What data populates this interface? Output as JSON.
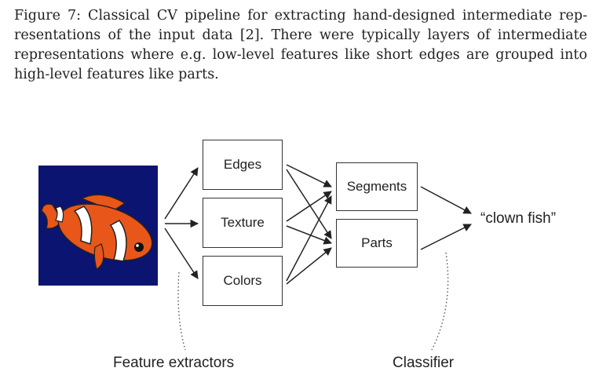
{
  "caption": {
    "lines": [
      "Figure 7: Classical CV pipeline for extracting hand-designed intermediate rep-",
      "resentations of the input data [2].  There were typically layers of intermediate",
      "representations where e.g.  low-level features like short edges are grouped into",
      "high-level features like parts."
    ]
  },
  "diagram": {
    "features": [
      "Edges",
      "Texture",
      "Colors"
    ],
    "mid": [
      "Segments",
      "Parts"
    ],
    "output": "“clown fish”",
    "labels": {
      "extractors": "Feature extractors",
      "classifier": "Classifier"
    }
  },
  "colors": {
    "fish_bg": "#0b1470",
    "fish_orange": "#e8561a",
    "stroke": "#222222"
  }
}
